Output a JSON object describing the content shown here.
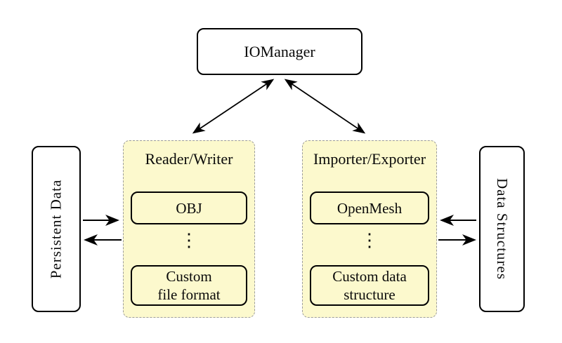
{
  "io_manager": {
    "label": "IOManager"
  },
  "reader_writer": {
    "title": "Reader/Writer",
    "item1": {
      "lines": [
        "OBJ"
      ]
    },
    "ellipsis": "⋮",
    "item2": {
      "lines": [
        "Custom",
        "file format"
      ]
    }
  },
  "importer_exporter": {
    "title": "Importer/Exporter",
    "item1": {
      "lines": [
        "OpenMesh"
      ]
    },
    "ellipsis": "⋮",
    "item2": {
      "lines": [
        "Custom data",
        "structure"
      ]
    }
  },
  "persistent_data": {
    "label": "Persistent Data"
  },
  "data_structures": {
    "label": "Data Structures"
  },
  "connections": [
    {
      "from": "IOManager",
      "to": "Reader/Writer",
      "type": "bidirectional"
    },
    {
      "from": "IOManager",
      "to": "Importer/Exporter",
      "type": "bidirectional"
    },
    {
      "from": "Persistent Data",
      "to": "Reader/Writer",
      "type": "arrow"
    },
    {
      "from": "Reader/Writer",
      "to": "Persistent Data",
      "type": "arrow"
    },
    {
      "from": "Data Structures",
      "to": "Importer/Exporter",
      "type": "arrow"
    },
    {
      "from": "Importer/Exporter",
      "to": "Data Structures",
      "type": "arrow"
    }
  ],
  "colors": {
    "group_fill": "#FCF9CD",
    "group_border": "#9C9C9C",
    "line": "#000000",
    "background": "#FFFFFF"
  }
}
